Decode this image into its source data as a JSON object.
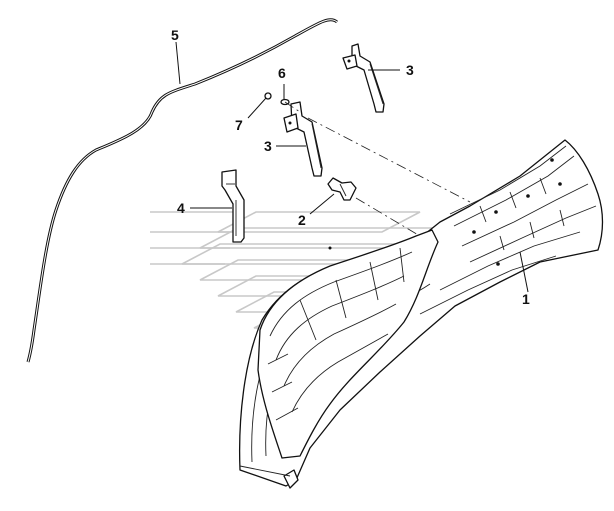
{
  "callouts": [
    {
      "id": "c1",
      "label": "1",
      "part": "wheel-arch-fender"
    },
    {
      "id": "c2",
      "label": "2",
      "part": "fastener-pin"
    },
    {
      "id": "c3a",
      "label": "3",
      "part": "bracket-upper"
    },
    {
      "id": "c3b",
      "label": "3",
      "part": "bracket-middle"
    },
    {
      "id": "c4",
      "label": "4",
      "part": "bracket-left"
    },
    {
      "id": "c5",
      "label": "5",
      "part": "edge-trim-strip"
    },
    {
      "id": "c6",
      "label": "6",
      "part": "washer"
    },
    {
      "id": "c7",
      "label": "7",
      "part": "nut"
    }
  ],
  "colors": {
    "line": "#111111",
    "watermark": "#c8c8c8",
    "background": "#ffffff"
  }
}
